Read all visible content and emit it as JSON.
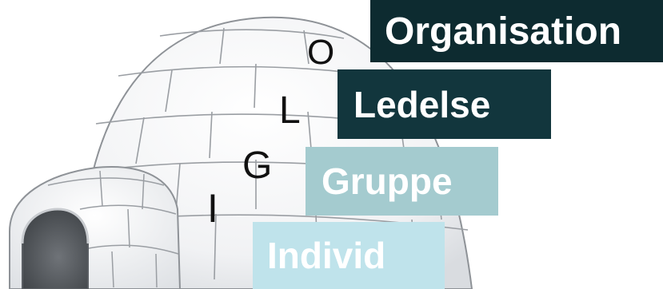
{
  "letters": {
    "o": "O",
    "l": "L",
    "g": "G",
    "i": "I"
  },
  "levels": [
    {
      "label": "Organisation",
      "color": "#0d2b30"
    },
    {
      "label": "Ledelse",
      "color": "#12363d"
    },
    {
      "label": "Gruppe",
      "color": "#a4cbcf"
    },
    {
      "label": "Individ",
      "color": "#bfe3eb"
    }
  ]
}
